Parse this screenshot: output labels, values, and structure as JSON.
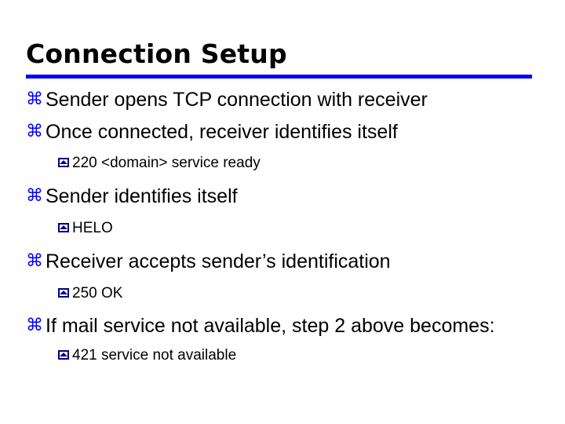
{
  "slide": {
    "title": "Connection Setup",
    "rule_color": "#0000ff",
    "text_color": "#000000",
    "bullet_color": "#0000ff",
    "subbullet_color": "#000080",
    "background": "#ffffff",
    "bullet_glyph": "⌘",
    "subbullet_glyph": "square-caret",
    "items": [
      {
        "level": 1,
        "text": "Sender opens TCP connection with receiver"
      },
      {
        "level": 1,
        "text": "Once connected, receiver identifies itself"
      },
      {
        "level": 2,
        "text": "220 <domain> service ready"
      },
      {
        "level": 1,
        "text": "Sender identifies itself"
      },
      {
        "level": 2,
        "text": "HELO"
      },
      {
        "level": 1,
        "text": "Receiver accepts sender’s identification"
      },
      {
        "level": 2,
        "text": "250 OK"
      },
      {
        "level": 1,
        "text": "If mail service not available, step 2 above becomes:"
      },
      {
        "level": 2,
        "text": "421 service not available"
      }
    ]
  }
}
